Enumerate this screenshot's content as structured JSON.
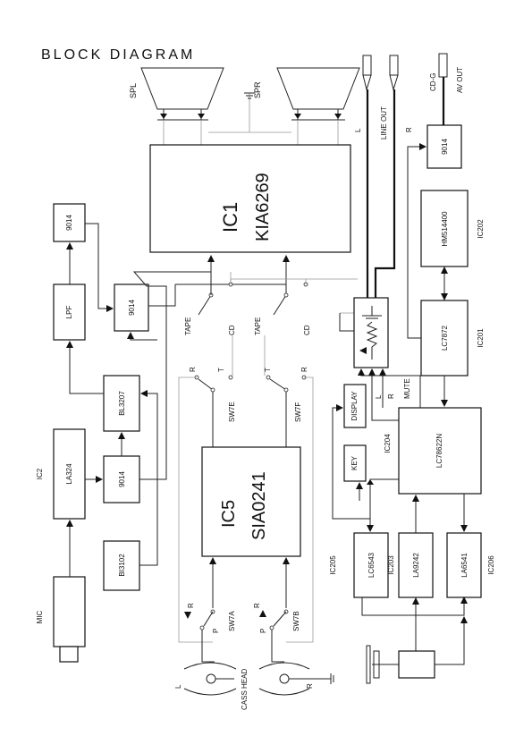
{
  "title": "BLOCK  DIAGRAM",
  "ic1": {
    "name": "IC1",
    "part": "KIA6269"
  },
  "ic5": {
    "name": "IC5",
    "part": "SIA0241"
  },
  "blocks": {
    "lpf": "LPF",
    "tr_9014_top": "9014",
    "tr_9014_mix": "9014",
    "tr_9014_mid": "9014",
    "bl3207": "BL3207",
    "la324": "LA324",
    "bi3102": "BI3102",
    "mic": "MIC",
    "tr_9014_avout": "9014",
    "hm514400": "HM514400",
    "lc7872": "LC7872",
    "lc78622n": "LC78622N",
    "display": "DISPLAY",
    "key": "KEY",
    "lc6543": "LC6543",
    "la9242": "LA9242",
    "la6541": "LA6541"
  },
  "ic_labels": {
    "ic2": "IC2",
    "ic202": "IC202",
    "ic201": "IC201",
    "ic204": "IC204",
    "ic205": "IC205",
    "ic203": "IC203",
    "ic206": "IC206"
  },
  "labels": {
    "spl": "SPL",
    "spr": "SPR",
    "l_out": "L",
    "line_out": "LINE OUT",
    "r_out": "R",
    "cdg": "CD-G",
    "av_out": "AV OUT",
    "tape_left": "TAPE",
    "cd_left": "CD",
    "tape_right": "TAPE",
    "cd_right": "CD",
    "r_sw7e": "R",
    "t_sw7e": "T",
    "t_sw7f": "T",
    "r_sw7f": "R",
    "sw7e": "SW7E",
    "sw7f": "SW7F",
    "mute": "MUTE",
    "l_mute": "L",
    "r_mute": "R",
    "sw7a": "SW7A",
    "sw7b": "SW7B",
    "r_sw7a": "R",
    "p_sw7a": "P",
    "r_sw7b": "R",
    "p_sw7b": "P",
    "head_l": "L",
    "cass_head": "CASS HEAD",
    "head_r": "R"
  }
}
